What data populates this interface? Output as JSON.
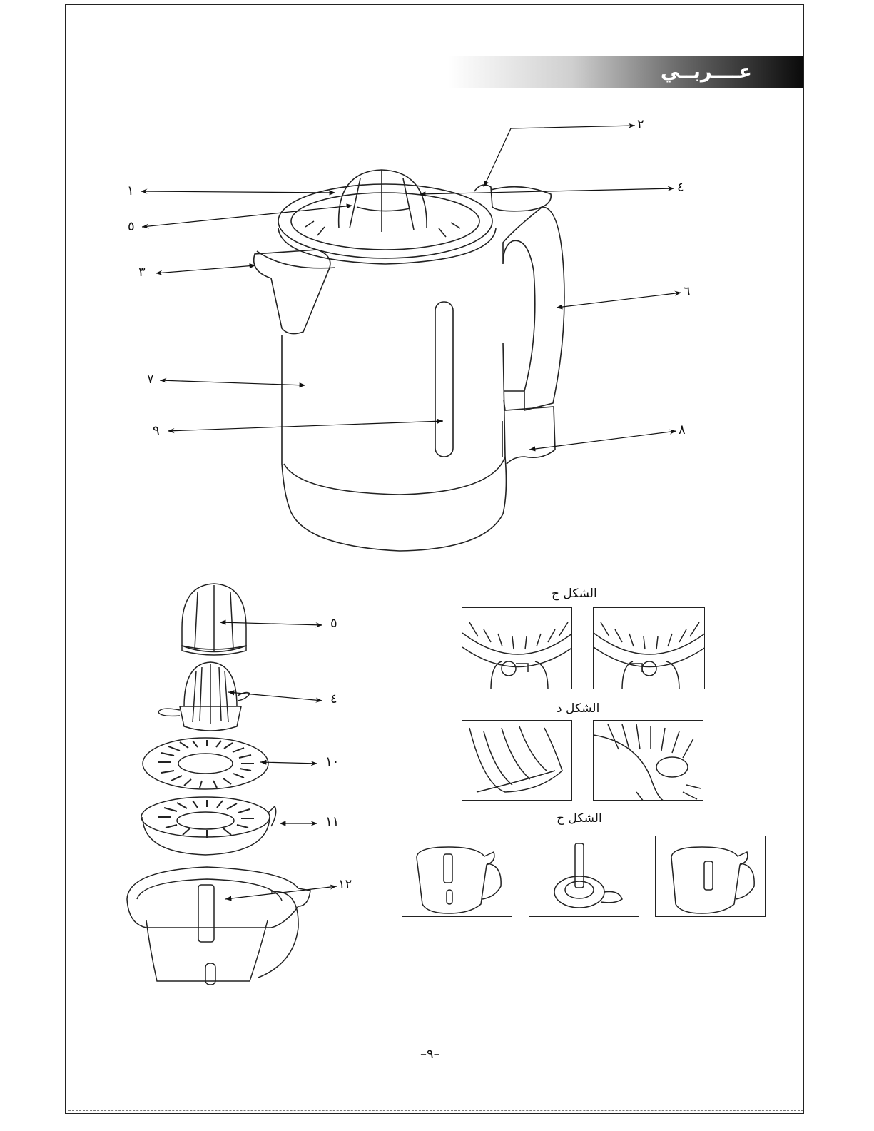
{
  "header": {
    "title": "عــــربــي"
  },
  "main_diagram": {
    "callouts": [
      {
        "id": "1",
        "label": "١"
      },
      {
        "id": "2",
        "label": "٢"
      },
      {
        "id": "3",
        "label": "٣"
      },
      {
        "id": "4",
        "label": "٤"
      },
      {
        "id": "5",
        "label": "٥"
      },
      {
        "id": "6",
        "label": "٦"
      },
      {
        "id": "7",
        "label": "٧"
      },
      {
        "id": "8",
        "label": "٨"
      },
      {
        "id": "9",
        "label": "٩"
      }
    ]
  },
  "exploded_view": {
    "callouts": [
      {
        "id": "5",
        "label": "٥"
      },
      {
        "id": "4",
        "label": "٤"
      },
      {
        "id": "10",
        "label": "١٠"
      },
      {
        "id": "11",
        "label": "١١"
      },
      {
        "id": "12",
        "label": "١٢"
      }
    ]
  },
  "figures": [
    {
      "caption": "الشكل  ج"
    },
    {
      "caption": "الشكل  د"
    },
    {
      "caption": "الشكل  ح"
    }
  ],
  "page_number": "–٩–"
}
